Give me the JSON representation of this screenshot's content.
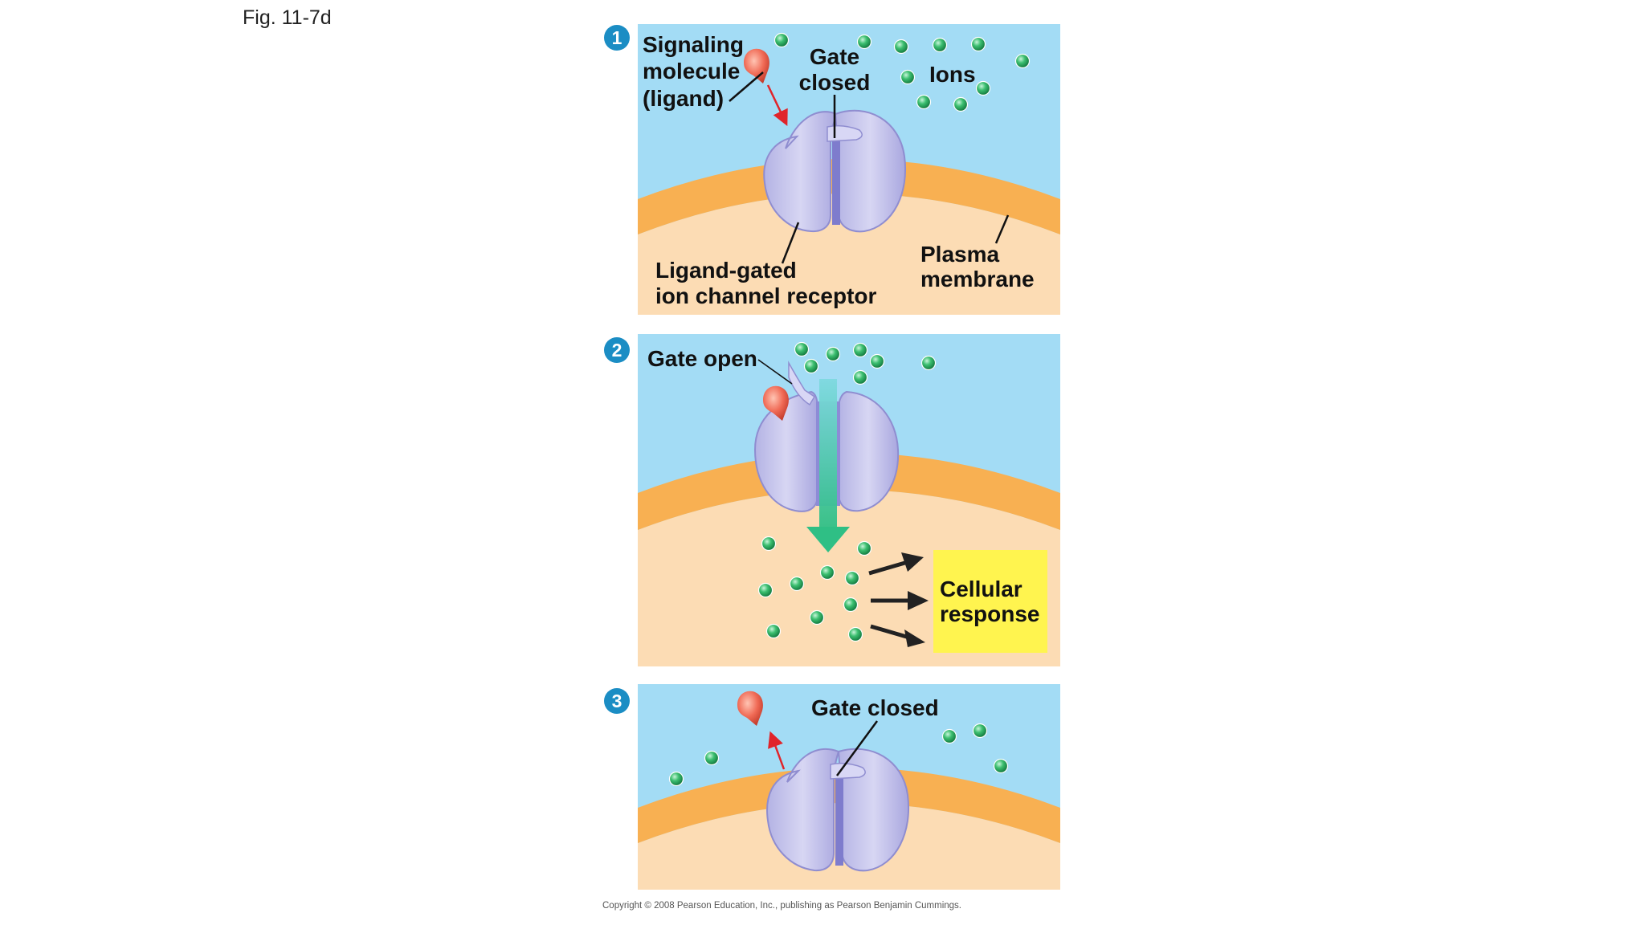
{
  "figure": {
    "label": "Fig. 11-7d"
  },
  "panel1": {
    "step": "1",
    "ligand_label": [
      "Signaling",
      "molecule",
      "(ligand)"
    ],
    "gate_label": [
      "Gate",
      "closed"
    ],
    "ions_label": "Ions",
    "receptor_label": [
      "Ligand-gated",
      "ion channel receptor"
    ],
    "membrane_label": [
      "Plasma",
      "membrane"
    ]
  },
  "panel2": {
    "step": "2",
    "gate_label": "Gate open",
    "response_label": [
      "Cellular",
      "response"
    ]
  },
  "panel3": {
    "step": "3",
    "gate_label": "Gate closed"
  },
  "copyright": "Copyright © 2008 Pearson Education, Inc., publishing as Pearson Benjamin Cummings.",
  "colors": {
    "extracellular": "#a3dcf5",
    "cytoplasm": "#fcdcb4",
    "membrane": "#f8b052",
    "channel": "#c5c4ea",
    "channel_dark": "#7e7ccd",
    "ion": "#3cbf70",
    "ligand": "#f06a55",
    "step_badge": "#1b8dc4",
    "flow_arrow": "#2fbf85",
    "response_box": "#fff44f",
    "ligand_arrow": "#e0242a"
  }
}
